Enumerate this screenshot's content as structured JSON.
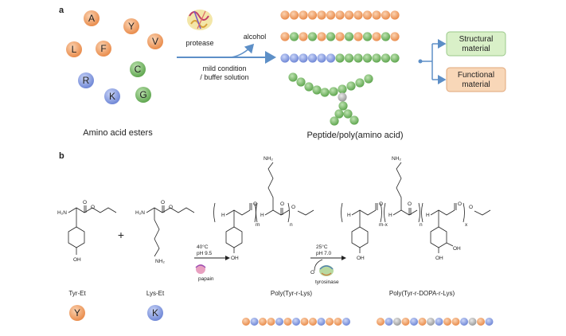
{
  "panel_a": {
    "label": "a",
    "amino_acids": [
      {
        "letter": "A",
        "color": "#f0a065"
      },
      {
        "letter": "Y",
        "color": "#f0a065"
      },
      {
        "letter": "L",
        "color": "#f0a065"
      },
      {
        "letter": "F",
        "color": "#f0a065"
      },
      {
        "letter": "V",
        "color": "#f0a065"
      },
      {
        "letter": "C",
        "color": "#7dbb6d"
      },
      {
        "letter": "R",
        "color": "#8ba0e0"
      },
      {
        "letter": "K",
        "color": "#8ba0e0"
      },
      {
        "letter": "G",
        "color": "#7dbb6d"
      }
    ],
    "caption_left": "Amino acid esters",
    "enzyme_label": "protease",
    "byproduct_label": "alcohol",
    "condition_1": "mild condition",
    "condition_2": "/ buffer solution",
    "caption_right": "Peptide/poly(amino acid)",
    "outputs": [
      {
        "label_1": "Structural",
        "label_2": "material",
        "color": "#d9f0c8"
      },
      {
        "label_1": "Functional",
        "label_2": "material",
        "color": "#f8d7b8"
      }
    ],
    "colors": {
      "orange": "#f0a065",
      "green": "#7dbb6d",
      "blue": "#8ba0e0",
      "gray": "#b0b0b0",
      "arrow": "#5d8fc7"
    }
  },
  "panel_b": {
    "label": "b",
    "monomer_1": "Tyr-Et",
    "monomer_1_letter": "Y",
    "monomer_2": "Lys-Et",
    "monomer_2_letter": "K",
    "plus": "+",
    "step1_temp": "40°C",
    "step1_ph": "pH 9.5",
    "step1_enzyme": "papain",
    "step2_temp": "25°C",
    "step2_ph": "pH 7.0",
    "step2_oxidant": "O",
    "step2_enzyme": "tyrosinase",
    "polymer_1": "Poly(Tyr-r-Lys)",
    "polymer_2": "Poly(Tyr-r-DOPA-r-Lys)",
    "atoms": {
      "h2n": "H₂N",
      "nh2": "NH₂",
      "oh": "OH",
      "o": "O",
      "h": "H",
      "n": "N"
    },
    "sub_m": "m",
    "sub_n": "n",
    "sub_mx": "m-x",
    "sub_x": "x"
  }
}
